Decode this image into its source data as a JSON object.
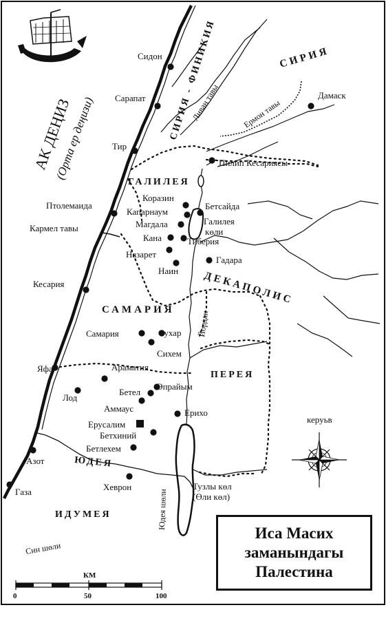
{
  "sea": {
    "name": "АК ДЕҢИЗ",
    "subname": "(Орта ер деңизи)"
  },
  "regions": {
    "syria": "СИРИЯ",
    "syria_phoenicia": "СИРИЯ - ФИНИКИЯ",
    "galilee": "ГАЛИЛЕЯ",
    "decapolis": "ДЕКАПОЛИС",
    "samaria": "САМАРИЯ",
    "perea": "ПЕРЕЯ",
    "judea": "ЮДЕЯ",
    "idumea": "ИДУМЕЯ"
  },
  "cities": {
    "sidon": "Сидон",
    "sarapat": "Сарапат",
    "tyre": "Тир",
    "damascus": "Дамаск",
    "caesarea_philippi": "Пилип Кесариясы",
    "ptolemais": "Птолемаида",
    "korazin": "Коразин",
    "capernaum": "Капарнаум",
    "bethsaida": "Бетсайда",
    "magdala": "Магдала",
    "cana": "Кана",
    "tiberias": "Тиберия",
    "nazareth": "Назарет",
    "gadara": "Гадара",
    "nain": "Наин",
    "caesarea": "Кесария",
    "samaria": "Самария",
    "sychar": "Сухар",
    "shechem": "Сихем",
    "joppa": "Яфа",
    "arimathea": "Араматия",
    "ephraim": "Эпрайым",
    "lod": "Лод",
    "bethel": "Бетел",
    "emmaus": "Аммаус",
    "jericho": "Ерихо",
    "jerusalem": "Ерусалим",
    "bethany": "Бетхиний",
    "bethlehem": "Бетлехем",
    "azotus": "Азот",
    "gaza": "Газа",
    "hebron": "Хеврон"
  },
  "features": {
    "lebanon_mountains": "Ливан тавы",
    "hermon_mountains": "Ермон тавы",
    "carmel_mountain": "Кармел тавы",
    "sea_of_galilee_1": "Галилея",
    "sea_of_galilee_2": "көли",
    "jordan": "Йордан",
    "dead_sea_1": "Тузлы көл",
    "dead_sea_2": "(Өли көл)",
    "judean_desert": "Юдея шөли",
    "zin_desert": "Син шөли"
  },
  "compass": {
    "label": "керуьв"
  },
  "scale": {
    "unit": "КМ",
    "ticks": [
      "0",
      "50",
      "100"
    ]
  },
  "title": {
    "line1": "Иса Масих",
    "line2": "заманындагы",
    "line3": "Палестина"
  },
  "colors": {
    "ink": "#111111",
    "paper": "#ffffff"
  }
}
